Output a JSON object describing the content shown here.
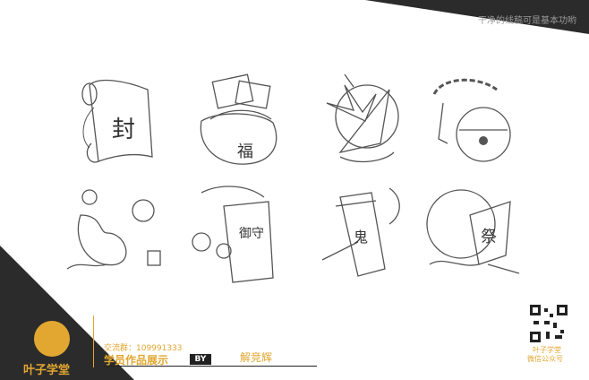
{
  "header": {
    "subtitle": "干净的线稿可是基本功哟"
  },
  "footer": {
    "logo_text": "叶子学堂",
    "group_text": "交流群：109991333",
    "works_text": "学员作品展示",
    "by_label": "BY",
    "author": "解竞辉",
    "qr_line1": "叶子学堂",
    "qr_line2": "微信公众号"
  },
  "colors": {
    "accent": "#e2a731",
    "dark": "#2b2b2b",
    "line": "#555555"
  },
  "items": [
    {
      "icon": "scroll-icon",
      "glyph": "封"
    },
    {
      "icon": "money-bag-icon",
      "glyph": "福"
    },
    {
      "icon": "bomb-shuriken-icon",
      "glyph": ""
    },
    {
      "icon": "bell-icon",
      "glyph": ""
    },
    {
      "icon": "magatama-icon",
      "glyph": ""
    },
    {
      "icon": "omamori-icon",
      "glyph": "御守"
    },
    {
      "icon": "lantern-icon",
      "glyph": "鬼"
    },
    {
      "icon": "fan-icon",
      "glyph": "祭"
    }
  ]
}
